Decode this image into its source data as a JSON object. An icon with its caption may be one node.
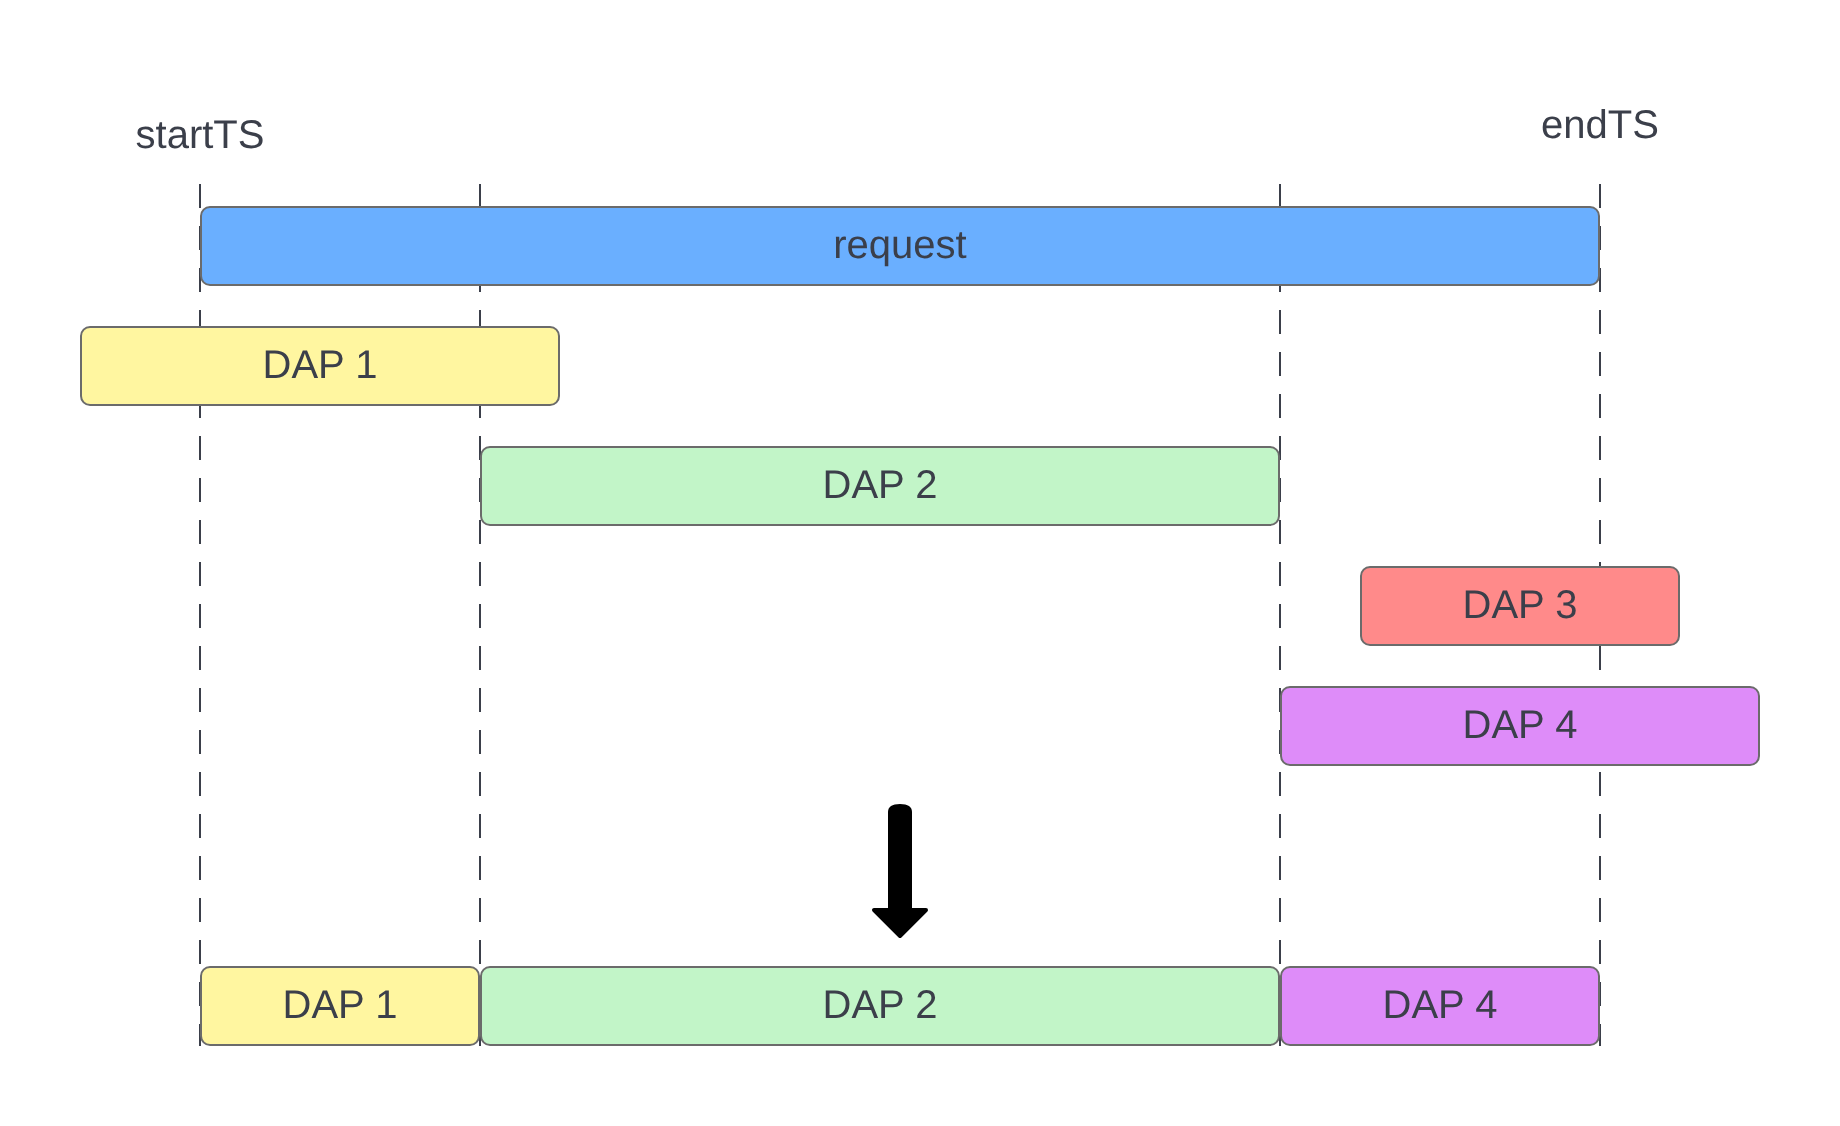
{
  "diagram": {
    "nodes": [
      {
        "text": [
          "request"
        ]
      },
      {
        "text": [
          "DAP 1"
        ]
      },
      {
        "text": [
          "DAP 2"
        ]
      },
      {
        "text": [
          "DAP 3"
        ]
      },
      {
        "text": [
          "DAP 4"
        ]
      },
      {
        "text": [
          "DAP 1"
        ]
      },
      {
        "text": [
          "DAP 2"
        ]
      },
      {
        "text": [
          "DAP 4"
        ]
      }
    ],
    "labels": [
      "startTS",
      "endTS"
    ]
  }
}
